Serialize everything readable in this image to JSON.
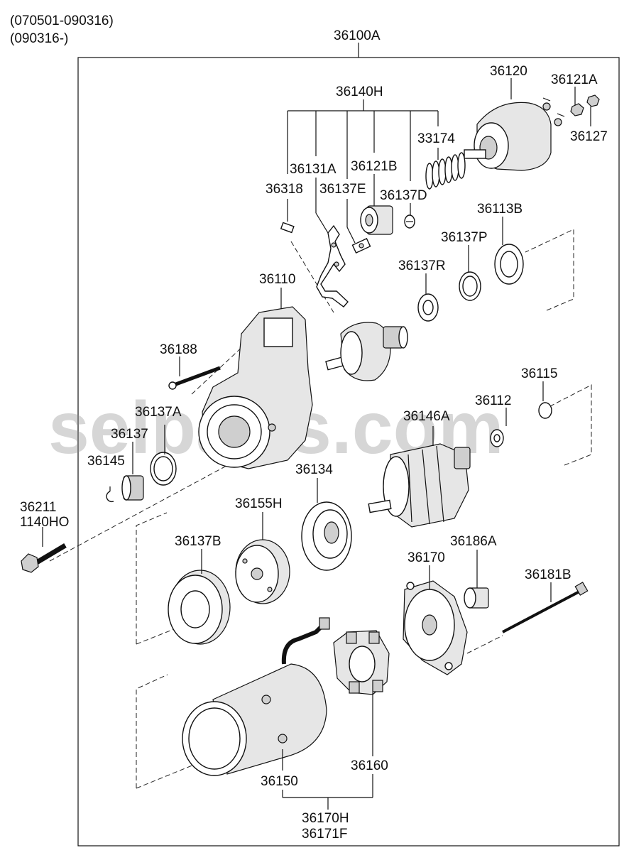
{
  "header": {
    "date_range_1": "(070501-090316)",
    "date_range_2": "(090316-)"
  },
  "assembly_label": "36100A",
  "watermark": "selparts.com",
  "parts": {
    "p36140H": "36140H",
    "p36120": "36120",
    "p36121A": "36121A",
    "p36127": "36127",
    "p33174": "33174",
    "p36131A": "36131A",
    "p36121B": "36121B",
    "p36318": "36318",
    "p36137E": "36137E",
    "p36137D": "36137D",
    "p36113B": "36113B",
    "p36137P": "36137P",
    "p36137R": "36137R",
    "p36110": "36110",
    "p36188": "36188",
    "p36115": "36115",
    "p36112": "36112",
    "p36137A": "36137A",
    "p36146A": "36146A",
    "p36137": "36137",
    "p36145": "36145",
    "p36211": "36211",
    "p1140HO": "1140HO",
    "p36134": "36134",
    "p36155H": "36155H",
    "p36137B": "36137B",
    "p36186A": "36186A",
    "p36170": "36170",
    "p36181B": "36181B",
    "p36160": "36160",
    "p36150": "36150",
    "p36170H": "36170H",
    "p36171F": "36171F"
  }
}
